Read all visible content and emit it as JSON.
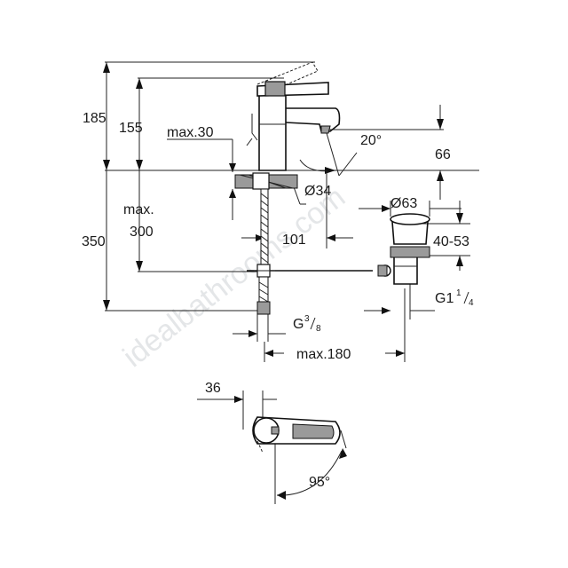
{
  "dimensions": {
    "total_height": "185",
    "body_height": "155",
    "max_offset": "max.30",
    "spout_angle": "20°",
    "spout_height": "66",
    "hole_diameter": "Ø34",
    "max_label": "max.",
    "max_value": "300",
    "lower_height": "350",
    "reach": "101",
    "waste_diameter": "Ø63",
    "waste_range": "40-53",
    "waste_thread_main": "G1",
    "waste_thread_num": "1",
    "waste_thread_den": "4",
    "inlet_thread_main": "G",
    "inlet_thread_num": "3",
    "inlet_thread_den": "8",
    "max_length": "max.180",
    "lever_offset": "36",
    "lever_angle": "95°"
  },
  "watermark": "idealbathrooms.com"
}
